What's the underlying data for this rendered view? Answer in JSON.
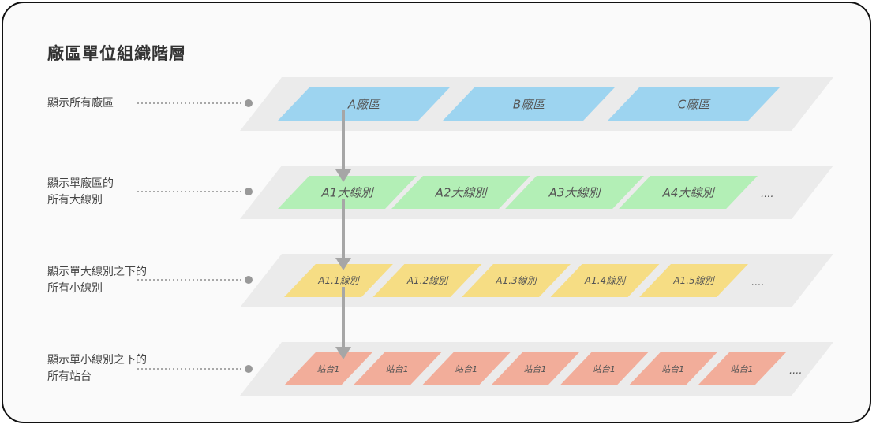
{
  "title": "廠區單位組織階層",
  "colors": {
    "layer_bg": "#ebebeb",
    "factory": "#9dd4f0",
    "major": "#b3efb6",
    "minor": "#f6dd84",
    "station": "#f2ad9a",
    "arrow": "#a6a6a6",
    "leader": "#777777"
  },
  "layers": [
    {
      "label_lines": [
        "顯示所有廠區"
      ],
      "tiles": [
        "A廠區",
        "B廠區",
        "C廠區"
      ],
      "ellipsis": ""
    },
    {
      "label_lines": [
        "顯示單廠區的",
        "所有大線別"
      ],
      "tiles": [
        "A1大線別",
        "A2大線別",
        "A3大線別",
        "A4大線別"
      ],
      "ellipsis": "...."
    },
    {
      "label_lines": [
        "顯示單大線別之下的",
        "所有小線別"
      ],
      "tiles": [
        "A1.1線別",
        "A1.2線別",
        "A1.3線別",
        "A1.4線別",
        "A1.5線別"
      ],
      "ellipsis": "...."
    },
    {
      "label_lines": [
        "顯示單小線別之下的",
        "所有站台"
      ],
      "tiles": [
        "站台1",
        "站台1",
        "站台1",
        "站台1",
        "站台1",
        "站台1",
        "站台1"
      ],
      "ellipsis": "...."
    }
  ]
}
